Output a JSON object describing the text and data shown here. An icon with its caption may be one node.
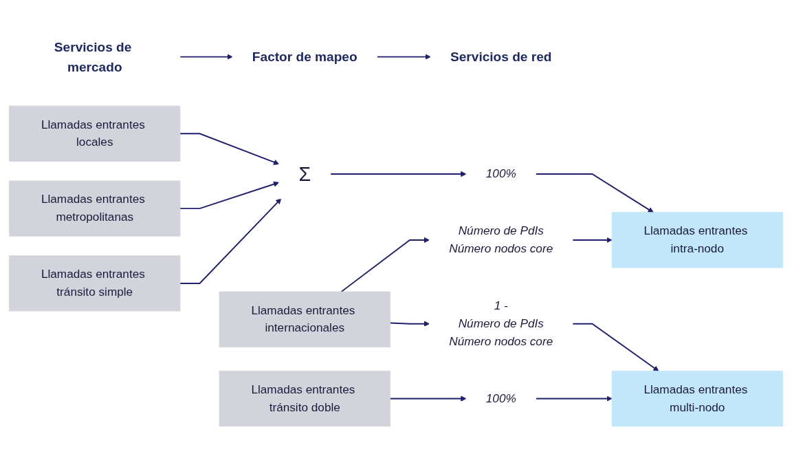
{
  "diagram": {
    "nodes": [
      {
        "text": [
          "Servicios de mercado"
        ]
      },
      {
        "text": [
          "Factor de mapeo"
        ]
      },
      {
        "text": [
          "Servicios de red"
        ]
      },
      {
        "text": [
          "Llamadas entrantes locales"
        ]
      },
      {
        "text": [
          "Llamadas entrantes metropolitanas"
        ]
      },
      {
        "text": [
          "Llamadas entrantes tránsito simple"
        ]
      },
      {
        "text": [
          "Llamadas entrantes internacionales"
        ]
      },
      {
        "text": [
          "Llamadas entrantes tránsito doble"
        ]
      },
      {
        "text": [
          "Σ"
        ]
      },
      {
        "text": [
          "100%"
        ]
      },
      {
        "text": [
          "Número de PdIs",
          "Número nodos core"
        ]
      },
      {
        "text": [
          "1 -",
          "Número de PdIs",
          "Número nodos core"
        ]
      },
      {
        "text": [
          "100%"
        ]
      },
      {
        "text": [
          "Llamadas entrantes intra-nodo"
        ]
      },
      {
        "text": [
          "Llamadas entrantes multi-nodo"
        ]
      }
    ],
    "edges": [
      {
        "from": 0,
        "to": 1,
        "arrow": "to"
      },
      {
        "from": 1,
        "to": 2,
        "arrow": "to"
      },
      {
        "from": 3,
        "to": 8,
        "arrow": "to"
      },
      {
        "from": 4,
        "to": 8,
        "arrow": "to"
      },
      {
        "from": 5,
        "to": 8,
        "arrow": "to"
      },
      {
        "from": 8,
        "to": 9,
        "arrow": "to"
      },
      {
        "from": 9,
        "to": 13,
        "arrow": "to"
      },
      {
        "from": 10,
        "to": 13,
        "arrow": "to"
      },
      {
        "from": 6,
        "to": 10,
        "arrow": "to"
      },
      {
        "from": 6,
        "to": 11,
        "arrow": "to"
      },
      {
        "from": 11,
        "to": 14,
        "arrow": "to"
      },
      {
        "from": 7,
        "to": 12,
        "arrow": "to"
      },
      {
        "from": 12,
        "to": 14,
        "arrow": "to"
      }
    ]
  }
}
